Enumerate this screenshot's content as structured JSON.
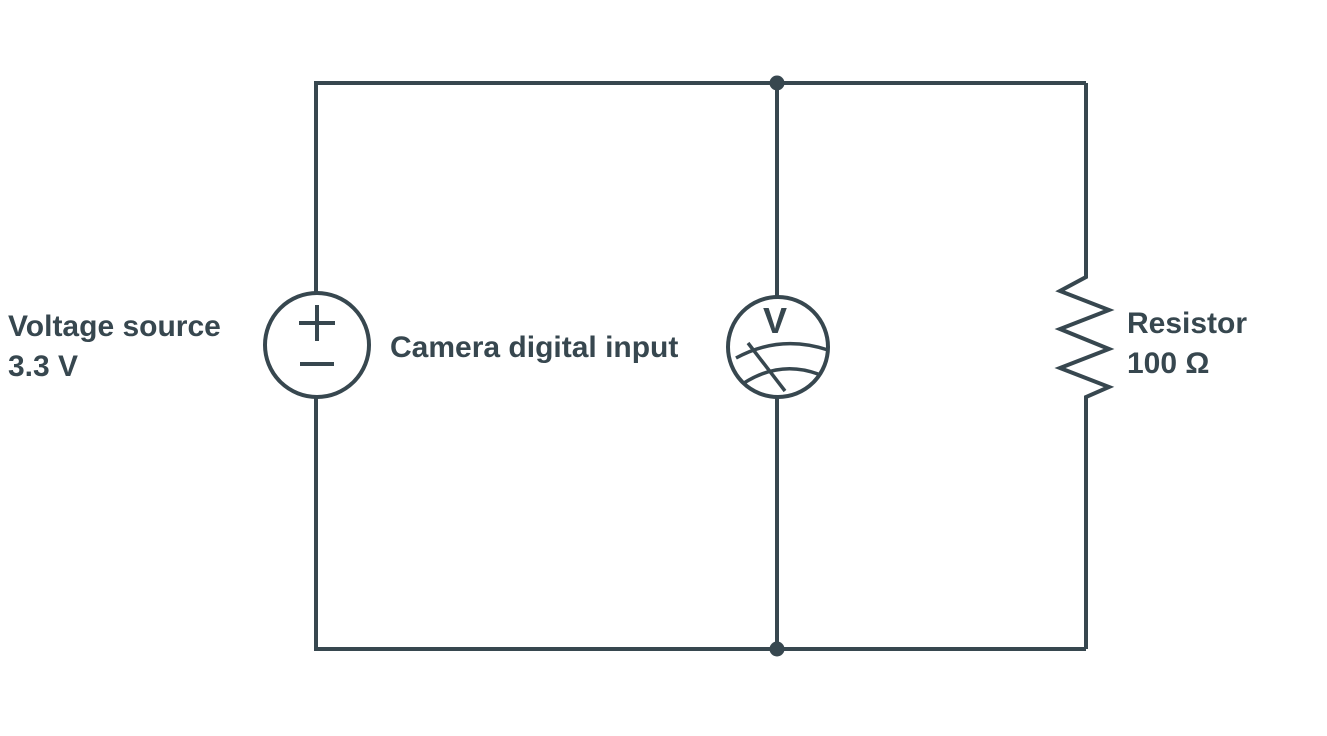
{
  "colors": {
    "stroke": "#37474F",
    "background": "#FFFFFF"
  },
  "components": {
    "voltage_source": {
      "name": "Voltage source",
      "value": "3.3 V"
    },
    "voltmeter": {
      "label": "Camera digital input",
      "symbol": "V"
    },
    "resistor": {
      "name": "Resistor",
      "value": "100 Ω"
    }
  }
}
